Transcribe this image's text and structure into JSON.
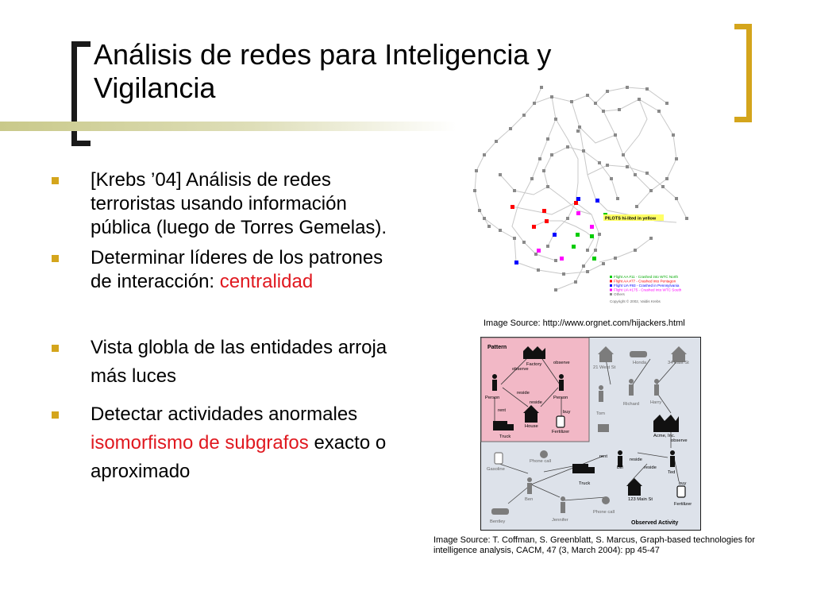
{
  "slide": {
    "title": "Análisis de redes para Inteligencia y Vigilancia",
    "bullets": [
      {
        "text": "[Krebs ’04] Análisis de redes terroristas usando información pública (luego de Torres Gemelas).",
        "highlight": ""
      },
      {
        "text": "Determinar líderes de los patrones de interacción: ",
        "highlight": "centralidad"
      },
      {
        "text": "Vista globla de las entidades arroja más luces",
        "highlight": ""
      },
      {
        "text_before": "Detectar actividades anormales ",
        "highlight": "isomorfismo de subgrafos",
        "text_after": " exacto o aproximado"
      }
    ],
    "captions": {
      "network": "Image Source: http://www.orgnet.com/hijackers.html",
      "graph": "Image Source: T. Coffman, S. Greenblatt, S. Marcus, Graph-based technologies for intelligence analysis, CACM, 47 (3, March 2004): pp 45-47"
    }
  },
  "network_figure": {
    "callout": "PILOTS hi-lited in yellow",
    "legend": [
      {
        "label": "Flight AA #11 - Crashed into WTC North",
        "color": "#00cc00"
      },
      {
        "label": "Flight AA #77 - Crashed into Pentagon",
        "color": "#ff0000"
      },
      {
        "label": "Flight UA #93 - Crashed in Pennsylvania",
        "color": "#0000ff"
      },
      {
        "label": "Flight UA #175 - Crashed into WTC South",
        "color": "#ff00ff"
      },
      {
        "label": "Others",
        "color": "#888888"
      }
    ],
    "copyright": "Copyright © 2002, Valdis Krebs"
  },
  "pattern_figure": {
    "pattern_title": "Pattern",
    "pattern_labels": [
      "Factory",
      "observe",
      "observe",
      "Person",
      "reside",
      "reside",
      "Person",
      "rent",
      "buy",
      "Truck",
      "House",
      "Fertilizer"
    ],
    "activity_labels": [
      "21 West St",
      "Honda",
      "34 East St",
      "Richard",
      "Harry",
      "Tom",
      "Acme, Inc.",
      "observe",
      "Phone call",
      "rent",
      "reside",
      "reside",
      "Gasoline",
      "Bill",
      "Ted",
      "Truck",
      "buy",
      "Ben",
      "123 Main St",
      "Fertilizer",
      "Phone call",
      "Bentley",
      "Jennifer"
    ],
    "activity_title": "Observed Activity"
  },
  "colors": {
    "accent": "#d4a51c",
    "highlight": "#e0181f",
    "pattern_bg": "#f2b8c6",
    "activity_bg": "#dde2ea"
  }
}
